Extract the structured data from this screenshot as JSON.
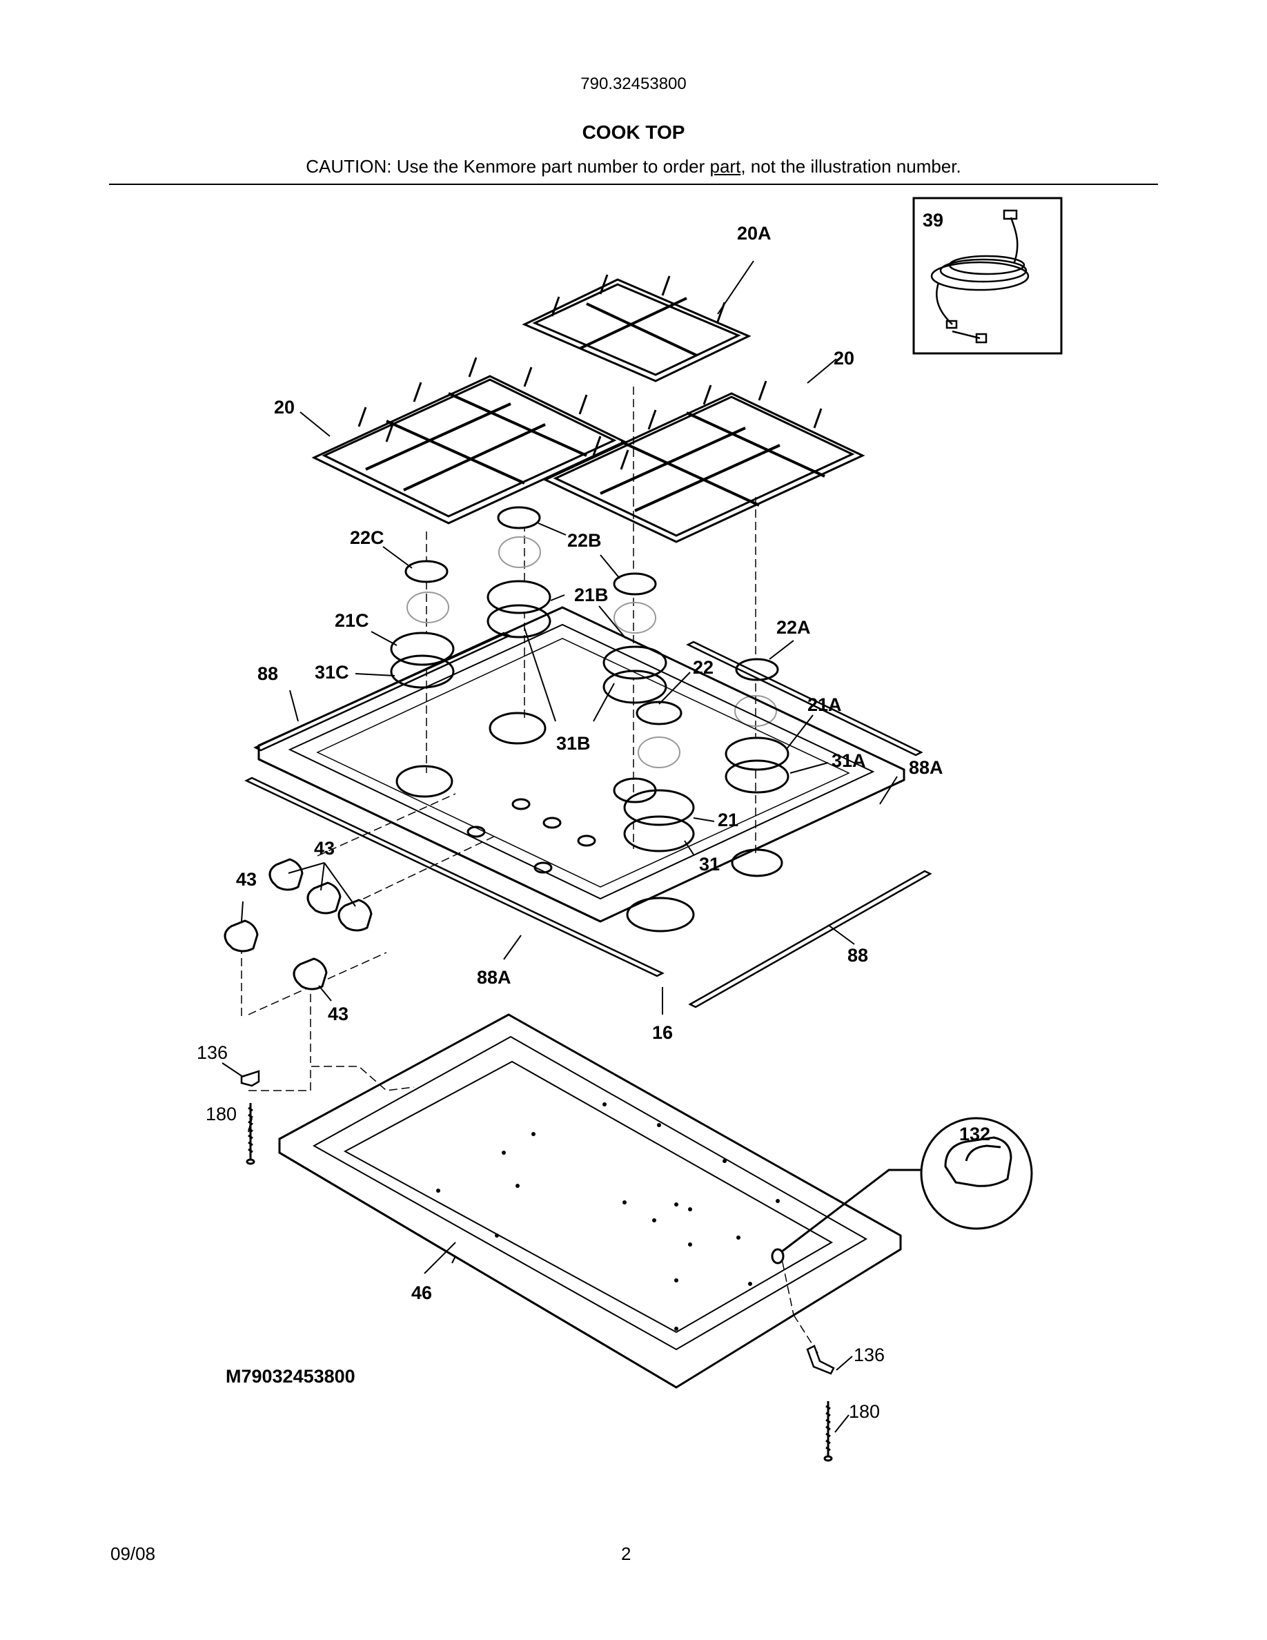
{
  "header": {
    "model_number": "790.32453800",
    "title": "COOK TOP",
    "caution_before": "CAUTION: Use the Kenmore part number to order ",
    "caution_underlined": "part",
    "caution_after": ", not the illustration number."
  },
  "diagram": {
    "drawing_code": "M79032453800",
    "callouts": {
      "grate_left": "20",
      "grate_right": "20",
      "grate_top": "20A",
      "power_cord": "39",
      "cap_22C": "22C",
      "cap_22B": "22B",
      "cap_22A": "22A",
      "cap_22": "22",
      "head_21C": "21C",
      "head_21B": "21B",
      "head_21A": "21A",
      "head_21": "21",
      "ring_31C": "31C",
      "ring_31B": "31B",
      "ring_31A": "31A",
      "ring_31": "31",
      "trim_88_left": "88",
      "trim_88_right": "88",
      "trim_88A_right": "88A",
      "trim_88A_bottom": "88A",
      "knob_43_top": "43",
      "knob_43_left": "43",
      "knob_43_bottom": "43",
      "cooktop_16": "16",
      "bracket_136_left": "136",
      "bracket_136_right": "136",
      "screw_180_left": "180",
      "screw_180_right": "180",
      "clip_132": "132",
      "base_46": "46"
    }
  },
  "footer": {
    "date": "09/08",
    "page_number": "2"
  }
}
